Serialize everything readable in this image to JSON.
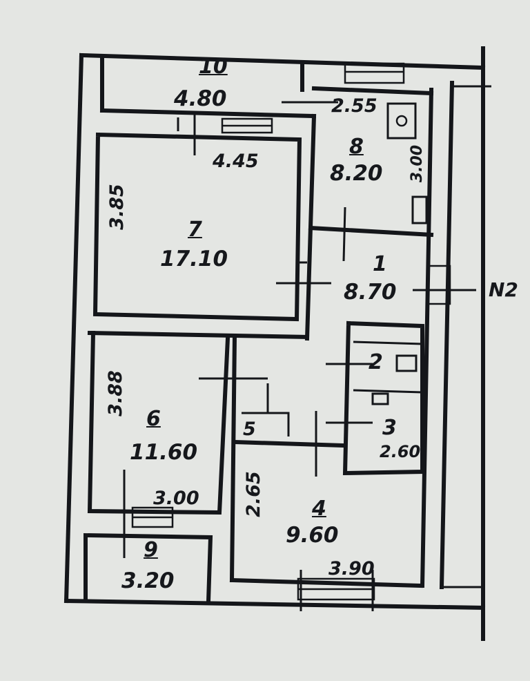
{
  "rooms": [
    {
      "number": "10",
      "area": "4.80"
    },
    {
      "number": "8",
      "area": "8.20"
    },
    {
      "number": "7",
      "area": "17.10"
    },
    {
      "number": "1",
      "area": "8.70"
    },
    {
      "number": "2",
      "area": ""
    },
    {
      "number": "3",
      "area": "2.60"
    },
    {
      "number": "5",
      "area": ""
    },
    {
      "number": "6",
      "area": "11.60"
    },
    {
      "number": "4",
      "area": "9.60"
    },
    {
      "number": "9",
      "area": "3.20"
    }
  ],
  "dimensions": {
    "balcony_width": "4.80",
    "room7_width": "4.45",
    "room7_depth": "3.85",
    "room8_width": "2.55",
    "room8_depth": "3.00",
    "room6_depth": "3.88",
    "room6_width": "3.00",
    "room4_depth": "2.65",
    "room4_width": "3.90"
  },
  "entrance_label": "N2"
}
